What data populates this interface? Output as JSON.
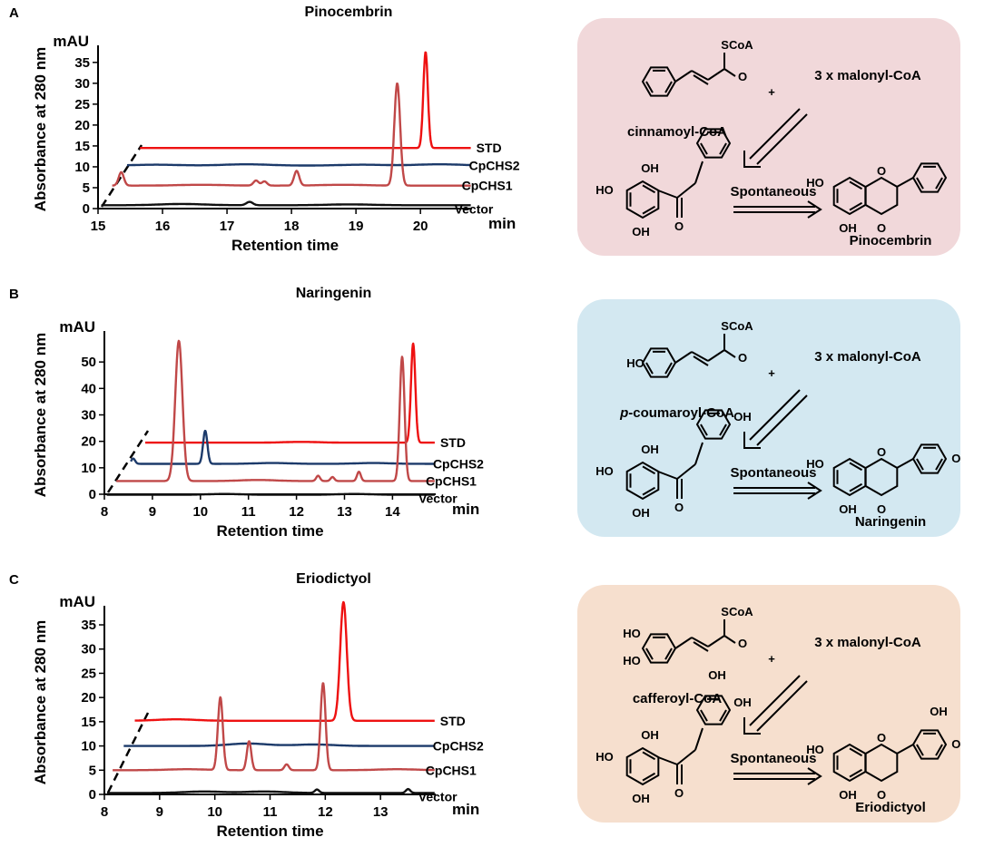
{
  "chart_data": [
    {
      "type": "line",
      "panel": "A",
      "title": "Pinocembrin",
      "xlabel": "Retention time",
      "ylabel": "Absorbance at 280 nm",
      "y_unit": "mAU",
      "x_unit": "min",
      "xlim": [
        15,
        20.8
      ],
      "ylim": [
        0,
        38
      ],
      "x_ticks": [
        "15",
        "16",
        "17",
        "18",
        "19",
        "20"
      ],
      "y_ticks": [
        "0",
        "5",
        "10",
        "15",
        "20",
        "25",
        "30",
        "35"
      ],
      "offset_shown": true,
      "series": [
        {
          "name": "STD",
          "color": "#ee1111",
          "baseline": 14.5,
          "start": 15.65,
          "peaks": [
            [
              20.08,
              23,
              0.035
            ]
          ],
          "noise": []
        },
        {
          "name": "CpCHS2",
          "color": "#1c3a6a",
          "baseline": 10.3,
          "start": 15.45,
          "peaks": [],
          "noise": [
            [
              15.9,
              0.2
            ],
            [
              17.3,
              0.3
            ],
            [
              19.1,
              0.2
            ],
            [
              20.3,
              0.3
            ]
          ]
        },
        {
          "name": "CpCHS1",
          "color": "#c04848",
          "baseline": 5.5,
          "start": 15.22,
          "peaks": [
            [
              15.36,
              3.2,
              0.04
            ],
            [
              17.45,
              1.2,
              0.04
            ],
            [
              17.58,
              1.0,
              0.04
            ],
            [
              18.08,
              3.5,
              0.04
            ],
            [
              19.64,
              24.5,
              0.045
            ]
          ],
          "noise": [
            [
              16.6,
              0.2
            ],
            [
              18.8,
              0.2
            ]
          ]
        },
        {
          "name": "Vector",
          "color": "#111111",
          "baseline": 0.8,
          "start": 15.05,
          "peaks": [
            [
              17.35,
              0.8,
              0.05
            ]
          ],
          "noise": [
            [
              16.3,
              0.3
            ],
            [
              18.9,
              0.2
            ]
          ]
        }
      ]
    },
    {
      "type": "line",
      "panel": "B",
      "title": "Naringenin",
      "xlabel": "Retention time",
      "ylabel": "Absorbance at 280 nm",
      "y_unit": "mAU",
      "x_unit": "min",
      "xlim": [
        8,
        14.9
      ],
      "ylim": [
        0,
        60
      ],
      "x_ticks": [
        "8",
        "9",
        "10",
        "11",
        "12",
        "13",
        "14"
      ],
      "y_ticks": [
        "0",
        "10",
        "20",
        "30",
        "40",
        "50"
      ],
      "offset_shown": true,
      "series": [
        {
          "name": "STD",
          "color": "#ee1111",
          "baseline": 19.5,
          "start": 8.85,
          "peaks": [
            [
              14.43,
              37.5,
              0.045
            ]
          ],
          "noise": [
            [
              12.1,
              0.3
            ]
          ]
        },
        {
          "name": "CpCHS2",
          "color": "#1c3a6a",
          "baseline": 11.5,
          "start": 8.55,
          "peaks": [
            [
              8.6,
              2.0,
              0.04
            ],
            [
              10.1,
              12.5,
              0.045
            ]
          ],
          "noise": [
            [
              11.5,
              0.3
            ],
            [
              13.6,
              0.3
            ]
          ]
        },
        {
          "name": "CpCHS1",
          "color": "#c04848",
          "baseline": 5.0,
          "start": 8.25,
          "peaks": [
            [
              9.55,
              53,
              0.075
            ],
            [
              12.45,
              2,
              0.04
            ],
            [
              12.75,
              1.5,
              0.04
            ],
            [
              13.3,
              3.5,
              0.04
            ],
            [
              14.2,
              47,
              0.05
            ]
          ],
          "noise": [
            [
              11.2,
              0.4
            ]
          ]
        },
        {
          "name": "Vector",
          "color": "#111111",
          "baseline": -0.2,
          "start": 8.05,
          "peaks": [],
          "noise": [
            [
              10.5,
              0.3
            ],
            [
              13.2,
              0.3
            ]
          ]
        }
      ]
    },
    {
      "type": "line",
      "panel": "C",
      "title": "Eriodictyol",
      "xlabel": "Retention time",
      "ylabel": "Absorbance at 280 nm",
      "y_unit": "mAU",
      "x_unit": "min",
      "xlim": [
        8,
        14
      ],
      "ylim": [
        0,
        38
      ],
      "x_ticks": [
        "8",
        "9",
        "10",
        "11",
        "12",
        "13"
      ],
      "y_ticks": [
        "0",
        "5",
        "10",
        "15",
        "20",
        "25",
        "30",
        "35"
      ],
      "offset_shown": true,
      "series": [
        {
          "name": "STD",
          "color": "#ee1111",
          "baseline": 15.2,
          "start": 8.55,
          "peaks": [
            [
              12.33,
              24.5,
              0.06
            ]
          ],
          "noise": [
            [
              9.3,
              0.3
            ]
          ]
        },
        {
          "name": "CpCHS2",
          "color": "#1c3a6a",
          "baseline": 10.0,
          "start": 8.35,
          "peaks": [],
          "noise": [
            [
              10.6,
              0.5
            ],
            [
              11.8,
              0.3
            ]
          ]
        },
        {
          "name": "CpCHS1",
          "color": "#c04848",
          "baseline": 5.0,
          "start": 8.15,
          "peaks": [
            [
              10.1,
              15,
              0.045
            ],
            [
              10.62,
              6,
              0.04
            ],
            [
              11.3,
              1.2,
              0.04
            ],
            [
              11.96,
              18,
              0.045
            ]
          ],
          "noise": [
            [
              9.5,
              0.2
            ],
            [
              13.3,
              0.2
            ]
          ]
        },
        {
          "name": "Vector",
          "color": "#111111",
          "baseline": 0.3,
          "start": 8.05,
          "peaks": [
            [
              11.85,
              0.7,
              0.04
            ],
            [
              13.5,
              0.8,
              0.04
            ]
          ],
          "noise": [
            [
              9.8,
              0.3
            ],
            [
              10.9,
              0.3
            ]
          ]
        }
      ]
    }
  ],
  "panels": [
    {
      "letter": "A"
    },
    {
      "letter": "B"
    },
    {
      "letter": "C"
    }
  ],
  "schemes": [
    {
      "bg": "#f1d8da",
      "substrate": "cinnamoyl-CoA",
      "substrate_prefix": "",
      "substrate_rest": "",
      "thioester": "SCoA",
      "plus": "+",
      "malonyl": "3 x malonyl-CoA",
      "spont": "Spontaneous",
      "product": "Pinocembrin",
      "oh": "OH",
      "o": "O",
      "ring_sub": "none"
    },
    {
      "bg": "#d3e8f1",
      "substrate": "",
      "substrate_prefix": "p",
      "substrate_rest": "-coumaroyl-CoA",
      "thioester": "SCoA",
      "plus": "+",
      "malonyl": "3 x malonyl-CoA",
      "spont": "Spontaneous",
      "product": "Naringenin",
      "oh": "OH",
      "ho": "HO",
      "o": "O",
      "ring_sub": "p"
    },
    {
      "bg": "#f6dfce",
      "substrate": "cafferoyl-CoA",
      "substrate_prefix": "",
      "substrate_rest": "",
      "thioester": "SCoA",
      "plus": "+",
      "malonyl": "3 x malonyl-CoA",
      "spont": "Spontaneous",
      "product": "Eriodictyol",
      "oh": "OH",
      "ho": "HO",
      "o": "O",
      "ring_sub": "c"
    }
  ]
}
